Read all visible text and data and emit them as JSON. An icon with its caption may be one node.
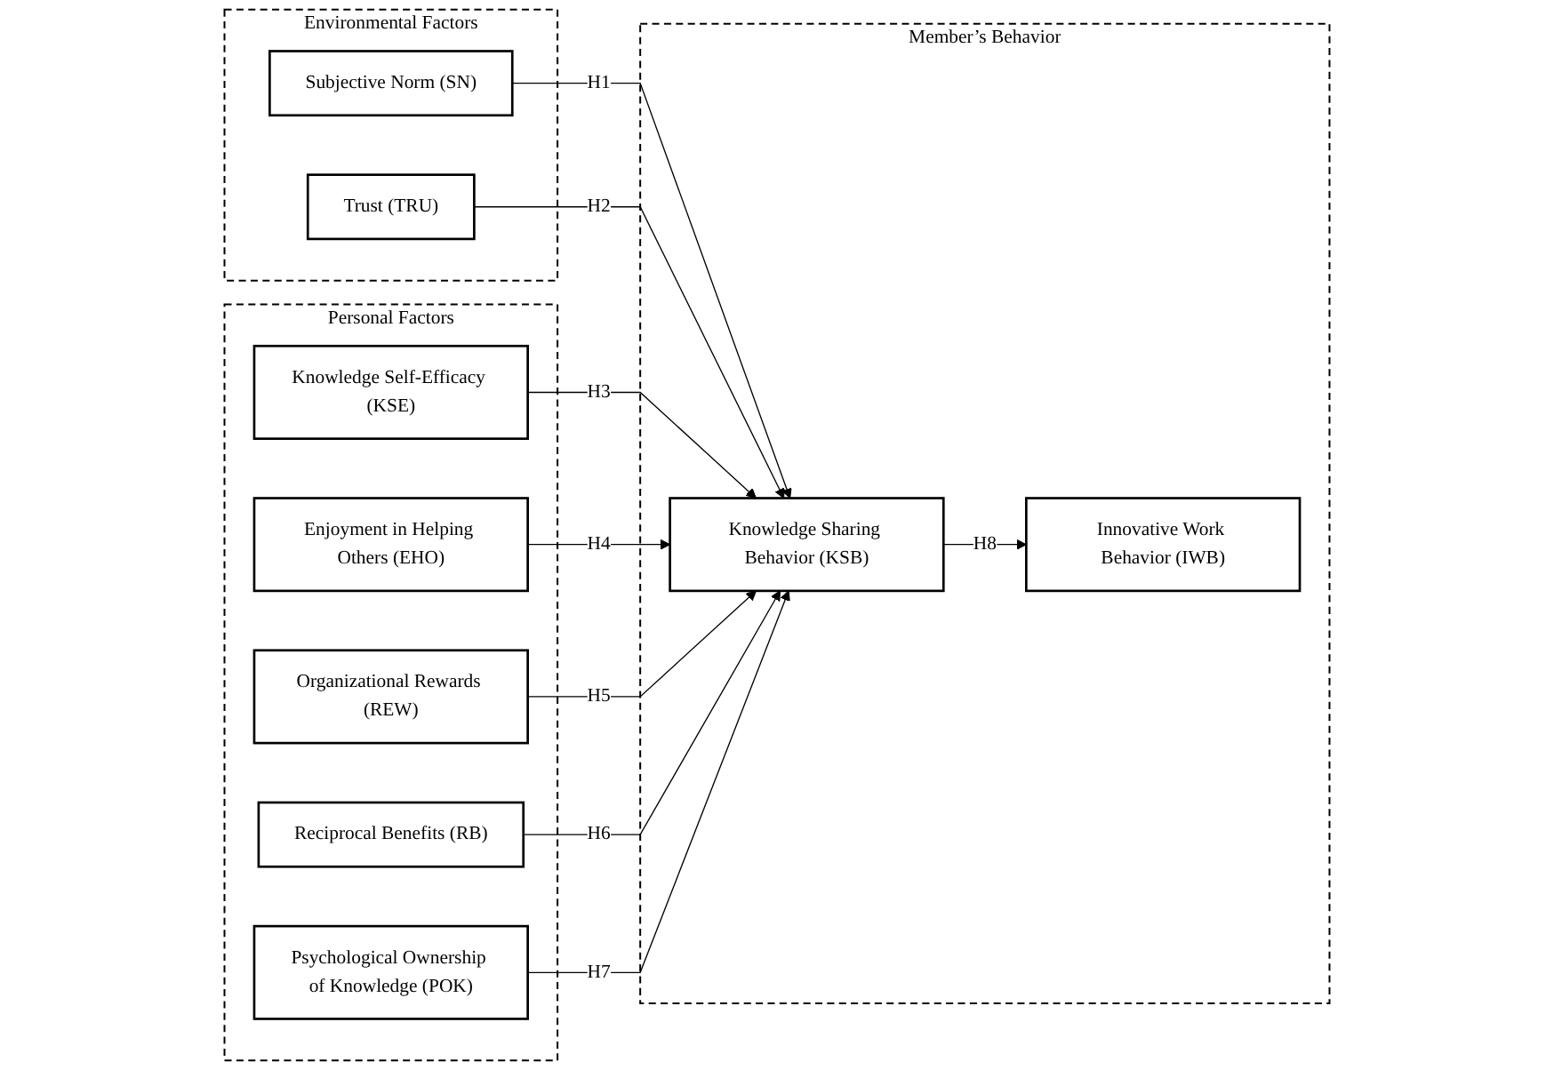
{
  "diagram": {
    "nodes": [
      {
        "text": [
          "Environmental Factors"
        ]
      },
      {
        "text": [
          "Subjective Norm (SN)"
        ],
        "in": 0
      },
      {
        "text": [
          "Trust (TRU)"
        ],
        "in": 0
      },
      {
        "text": [
          "Personal Factors"
        ]
      },
      {
        "text": [
          "Knowledge Self-Efficacy (KSE)"
        ],
        "in": 3
      },
      {
        "text": [
          "Enjoyment in Helping Others (EHO)"
        ],
        "in": 3
      },
      {
        "text": [
          "Organizational Rewards (REW)"
        ],
        "in": 3
      },
      {
        "text": [
          "Reciprocal Benefits (RB)"
        ],
        "in": 3
      },
      {
        "text": [
          "Psychological Ownership of Knowledge (POK)"
        ],
        "in": 3
      },
      {
        "text": [
          "Member’s Behavior"
        ]
      },
      {
        "text": [
          "Knowledge Sharing Behavior (KSB)"
        ],
        "in": 9
      },
      {
        "text": [
          "Innovative Work Behavior (IWB)"
        ],
        "in": 9
      }
    ],
    "edges": [
      {
        "from": 1,
        "to": 10,
        "arrow": "to",
        "label": "H1"
      },
      {
        "from": 2,
        "to": 10,
        "arrow": "to",
        "label": "H2"
      },
      {
        "from": 4,
        "to": 10,
        "arrow": "to",
        "label": "H3"
      },
      {
        "from": 5,
        "to": 10,
        "arrow": "to",
        "label": "H4"
      },
      {
        "from": 6,
        "to": 10,
        "arrow": "to",
        "label": "H5"
      },
      {
        "from": 7,
        "to": 10,
        "arrow": "to",
        "label": "H6"
      },
      {
        "from": 8,
        "to": 10,
        "arrow": "to",
        "label": "H7"
      },
      {
        "from": 10,
        "to": 11,
        "arrow": "to",
        "label": "H8"
      }
    ]
  }
}
